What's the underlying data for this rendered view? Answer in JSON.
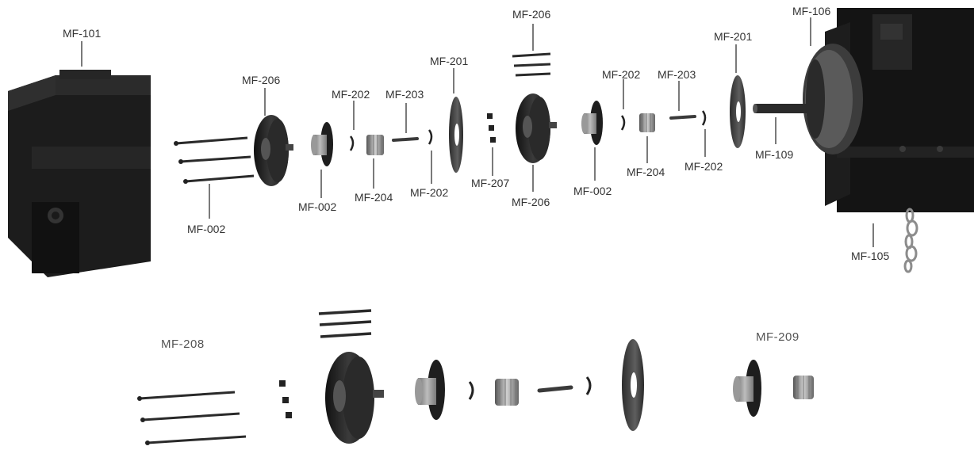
{
  "labels": {
    "mf101": "MF-101",
    "mf206_left": "MF-206",
    "mf002_left_bolts": "MF-002",
    "mf002_left_hub": "MF-002",
    "mf202_left_top": "MF-202",
    "mf203_left": "MF-203",
    "mf204_left": "MF-204",
    "mf202_left_bottom": "MF-202",
    "mf201_left": "MF-201",
    "mf207": "MF-207",
    "mf206_top": "MF-206",
    "mf206_center": "MF-206",
    "mf002_right_hub": "MF-002",
    "mf202_right_top": "MF-202",
    "mf203_right": "MF-203",
    "mf204_right": "MF-204",
    "mf201_right": "MF-201",
    "mf202_right_bottom": "MF-202",
    "mf106": "MF-106",
    "mf109": "MF-109",
    "mf105": "MF-105",
    "mf208": "MF-208",
    "mf209": "MF-209"
  },
  "colors": {
    "part_dark": "#1b1b1b",
    "part_mid": "#3a3a3a",
    "part_light": "#8c8c8c",
    "leader": "#222222"
  }
}
